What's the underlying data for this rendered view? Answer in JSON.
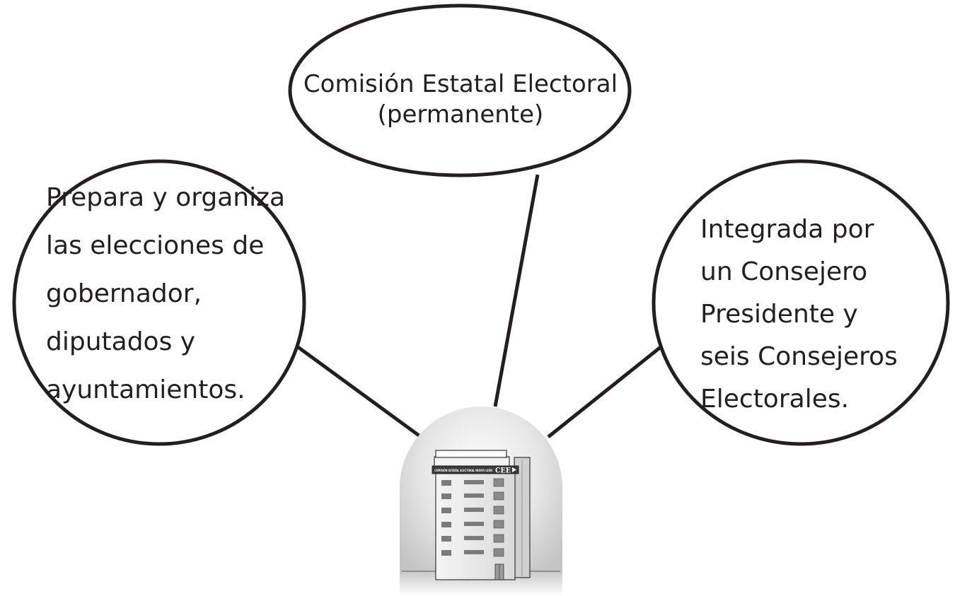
{
  "diagram": {
    "top_bubble": {
      "line1": "Comisión Estatal Electoral",
      "line2": "(permanente)"
    },
    "left_bubble": {
      "lines": [
        "Prepara y organiza",
        "las elecciones de",
        "gobernador,",
        "diputados y",
        "ayuntamientos."
      ]
    },
    "right_bubble": {
      "lines": [
        "Integrada por",
        "un Consejero",
        "Presidente y",
        "seis Consejeros",
        "Electorales."
      ]
    },
    "building": {
      "sign_text": "COMISIÓN ESTATAL ELECTORAL NUEVO LEÓN",
      "logo_text": "CEE"
    }
  }
}
